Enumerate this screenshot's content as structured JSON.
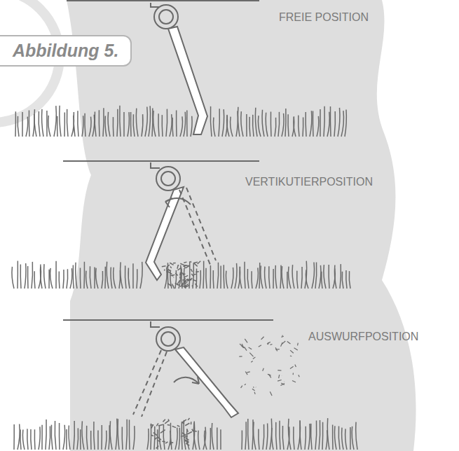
{
  "diagram": {
    "nodes": [
      {
        "text": [
          "Abbildung 5."
        ]
      }
    ],
    "labels": [
      "FREIE POSITION",
      "VERTIKUTIERPOSITION",
      "AUSWURFPOSITION"
    ]
  }
}
